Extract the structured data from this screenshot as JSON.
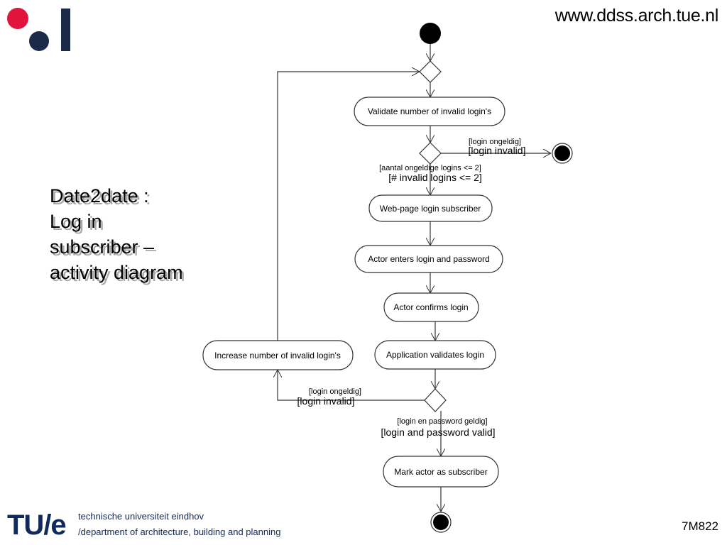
{
  "header": {
    "site_url": "www.ddss.arch.tue.nl",
    "logo": {
      "icon": "ddss-dots-logo",
      "colors": {
        "red": "#e0143c",
        "navy": "#1c2a4a"
      }
    }
  },
  "slide": {
    "title_lines": [
      "Date2date :",
      "Log in",
      "subscriber –",
      "activity diagram"
    ]
  },
  "diagram": {
    "nodes": {
      "validate": "Validate number of invalid login's",
      "webpage": "Web-page login subscriber",
      "enters": "Actor enters login and password",
      "confirms": "Actor confirms login",
      "validates": "Application validates login",
      "increase": "Increase number of invalid login's",
      "mark": "Mark actor as subscriber"
    },
    "guards": {
      "d2_right_nl": "[login ongeldig]",
      "d2_right_en": "[login invalid]",
      "d2_down_nl": "[aantal ongeldige logins <= 2]",
      "d2_down_en": "[# invalid logins <= 2]",
      "d3_left_nl": "[login ongeldig]",
      "d3_left_en": "[login invalid]",
      "d3_down_nl": "[login en password geldig]",
      "d3_down_en": "[login and password valid]"
    }
  },
  "footer": {
    "logo_text": "TU/e",
    "university": "technische universiteit eindhov",
    "department": "/department of architecture, building and planning",
    "course_code": "7M822"
  }
}
